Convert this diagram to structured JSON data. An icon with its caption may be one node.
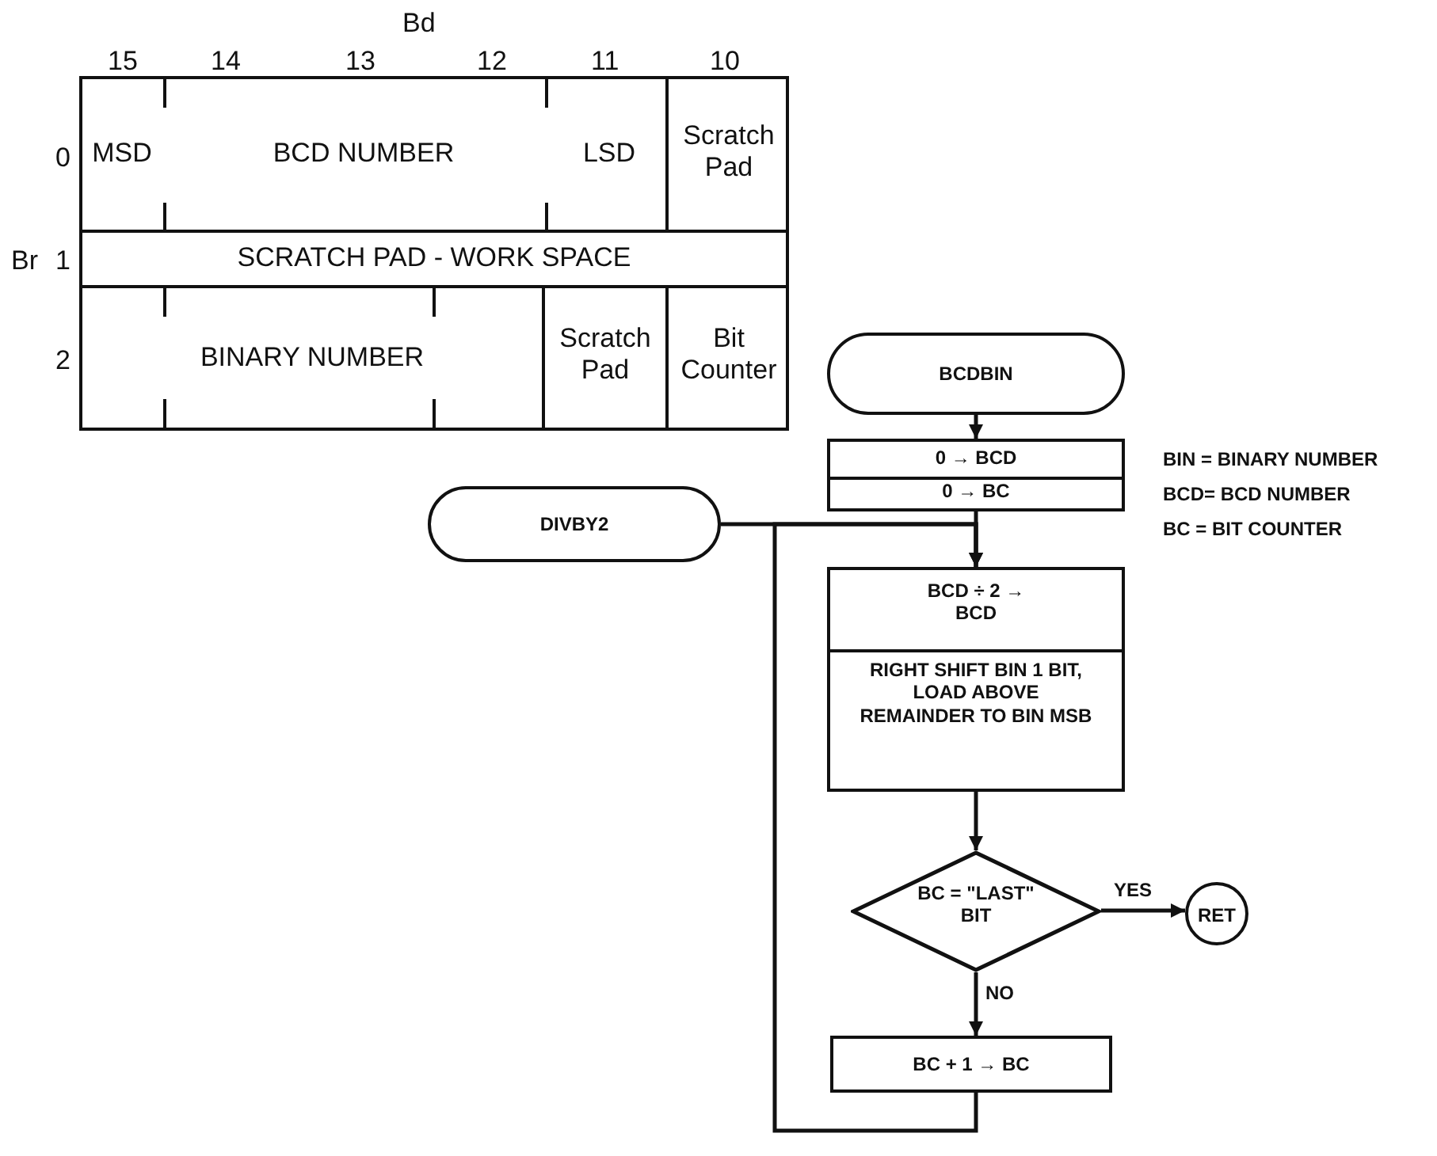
{
  "diagram": {
    "nodes": [
      {
        "text": [
          "MSD",
          "BCD NUMBER",
          "LSD"
        ]
      },
      {
        "text": [
          "Scratch Pad"
        ]
      },
      {
        "text": [
          "SCRATCH PAD - WORK SPACE"
        ]
      },
      {
        "text": [
          "BINARY NUMBER"
        ]
      },
      {
        "text": [
          "Scratch Pad"
        ]
      },
      {
        "text": [
          "Bit Counter"
        ]
      },
      {
        "text": [
          "BCDBIN"
        ]
      },
      {
        "text": [
          "0 → BCD",
          "0 → BC"
        ]
      },
      {
        "text": [
          "DIVBY2"
        ]
      },
      {
        "text": [
          "BCD ÷ 2 → BCD",
          "RIGHT SHIFT BIN 1 BIT, LOAD ABOVE REMAINDER TO BIN MSB"
        ]
      },
      {
        "text": [
          "BC = \"LAST\" BIT"
        ]
      },
      {
        "text": [
          "RET"
        ]
      },
      {
        "text": [
          "BC + 1 → BC"
        ]
      }
    ],
    "edges": [
      {
        "from": 6,
        "to": 7,
        "arrow": "to"
      },
      {
        "from": 7,
        "to": 9,
        "arrow": "to"
      },
      {
        "from": 8,
        "to": 9,
        "arrow": "to"
      },
      {
        "from": 9,
        "to": 10,
        "arrow": "to"
      },
      {
        "from": 10,
        "to": 11,
        "arrow": "to",
        "label": "YES"
      },
      {
        "from": 10,
        "to": 12,
        "arrow": "to",
        "label": "NO"
      },
      {
        "from": 12,
        "to": 9,
        "arrow": "to"
      }
    ],
    "labels": [
      "Bd",
      "15",
      "14",
      "13",
      "12",
      "11",
      "10",
      "0",
      "Br",
      "1",
      "2",
      "BIN = BINARY NUMBER",
      "BCD= BCD NUMBER",
      "BC = BIT COUNTER"
    ]
  }
}
